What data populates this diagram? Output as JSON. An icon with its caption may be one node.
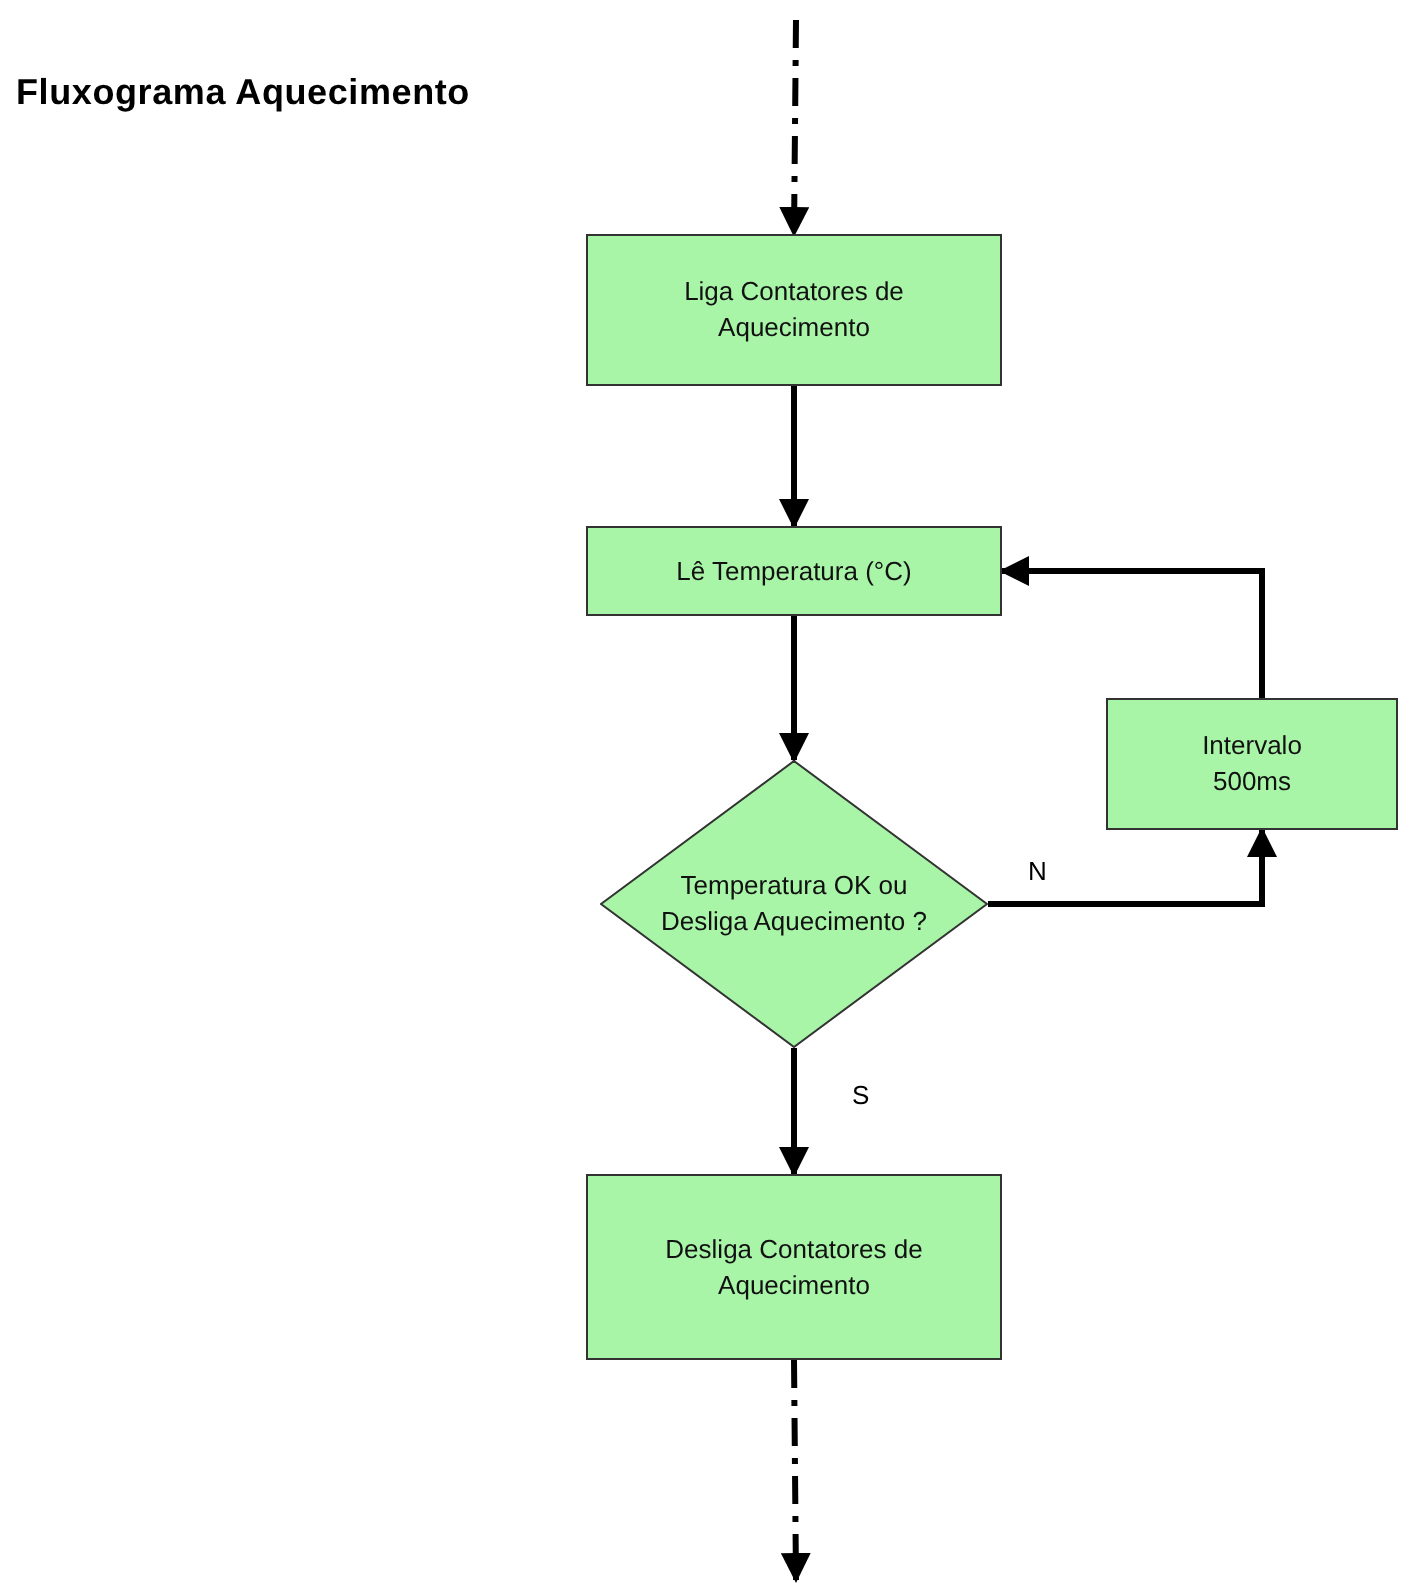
{
  "diagram": {
    "title": "Fluxograma Aquecimento",
    "nodes": [
      {
        "text": [
          "Liga Contatores de Aquecimento"
        ]
      },
      {
        "text": [
          "Lê Temperatura (°C)"
        ]
      },
      {
        "text": [
          "Temperatura OK ou Desliga Aquecimento ?"
        ]
      },
      {
        "text": [
          "Intervalo 500ms"
        ]
      },
      {
        "text": [
          "Desliga Contatores de Aquecimento"
        ]
      }
    ],
    "edges": [
      {
        "from": null,
        "to": 0,
        "arrow": "to",
        "style": "dashed"
      },
      {
        "from": 0,
        "to": 1,
        "arrow": "to"
      },
      {
        "from": 1,
        "to": 2,
        "arrow": "to"
      },
      {
        "from": 2,
        "to": 3,
        "arrow": "to",
        "label": "N"
      },
      {
        "from": 3,
        "to": 1,
        "arrow": "to"
      },
      {
        "from": 2,
        "to": 4,
        "arrow": "to",
        "label": "S"
      },
      {
        "from": 4,
        "to": null,
        "arrow": "to",
        "style": "dashed"
      }
    ]
  }
}
